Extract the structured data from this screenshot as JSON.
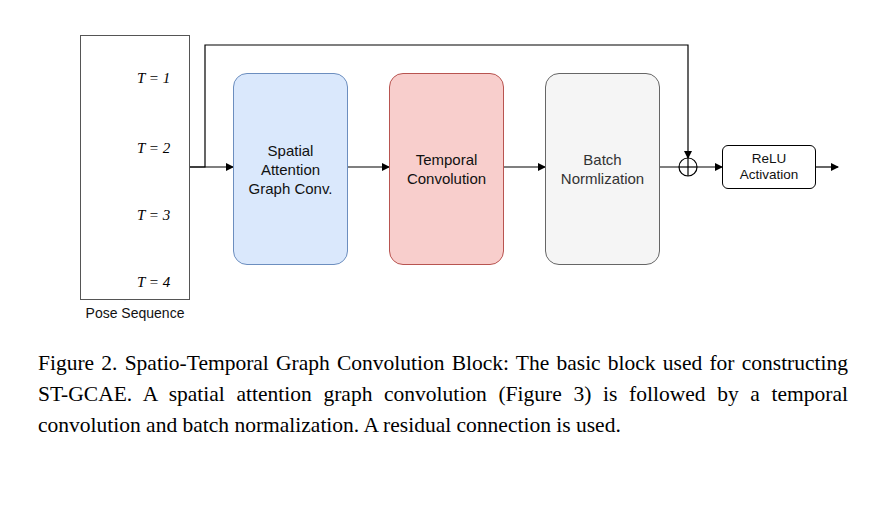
{
  "diagram": {
    "caption": "Figure 2. Spatio-Temporal Graph Convolution Block: The basic block used for constructing ST-GCAE. A spatial attention graph convolution (Figure 3) is followed by a temporal convolution and batch normalization. A residual connection is used.",
    "nodes": [
      {
        "text": [
          "Pose Sequence"
        ]
      },
      {
        "text": [
          "Spatial Attention Graph Conv."
        ]
      },
      {
        "text": [
          "Temporal Convolution"
        ]
      },
      {
        "text": [
          "Batch Normlization"
        ]
      },
      {
        "text": [
          "ReLU Activation"
        ]
      }
    ],
    "edges": [
      {
        "from": 0,
        "to": 1,
        "arrow": "to"
      },
      {
        "from": 1,
        "to": 2,
        "arrow": "to"
      },
      {
        "from": 2,
        "to": 3,
        "arrow": "to"
      },
      {
        "from": 3,
        "to": 4,
        "arrow": "to"
      },
      {
        "from": 0,
        "to": 4,
        "arrow": "to"
      }
    ],
    "labels": [
      "T = 1",
      "T = 2",
      "T = 3",
      "T = 4"
    ]
  }
}
